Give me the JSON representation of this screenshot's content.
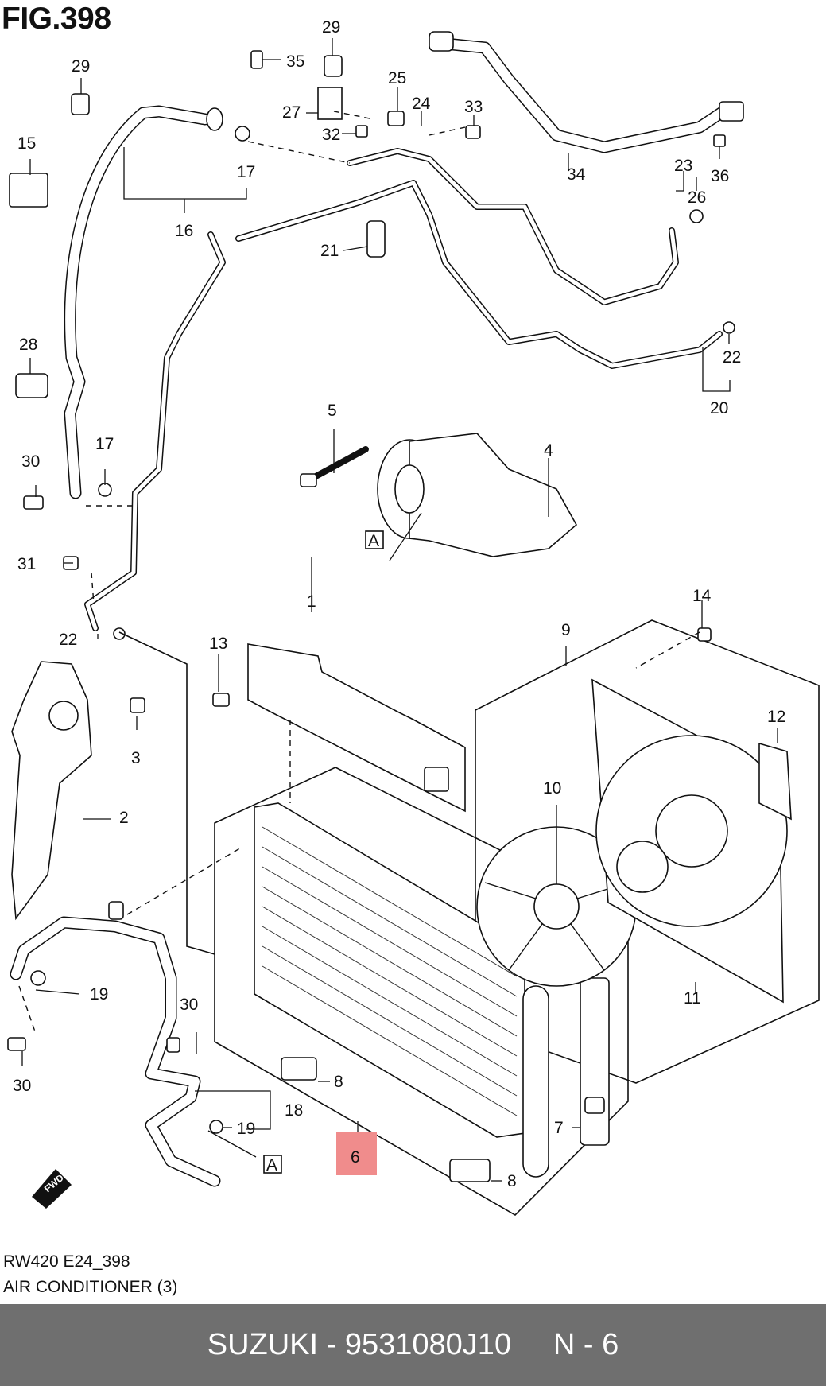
{
  "figure": {
    "title": "FIG.398",
    "code": "RW420 E24_398",
    "caption": "AIR CONDITIONER (3)",
    "view_marker": "A",
    "fwd_label": "FWD",
    "highlight_color": "#f08c8c",
    "highlighted_part": "6"
  },
  "callouts": {
    "c1": "1",
    "c2": "2",
    "c3": "3",
    "c4": "4",
    "c5": "5",
    "c6": "6",
    "c7": "7",
    "c8a": "8",
    "c8b": "8",
    "c9": "9",
    "c10": "10",
    "c11": "11",
    "c12": "12",
    "c13": "13",
    "c14": "14",
    "c15": "15",
    "c16": "16",
    "c17a": "17",
    "c17b": "17",
    "c18": "18",
    "c19a": "19",
    "c19b": "19",
    "c20": "20",
    "c21": "21",
    "c22a": "22",
    "c22b": "22",
    "c23": "23",
    "c24": "24",
    "c25": "25",
    "c26": "26",
    "c27": "27",
    "c28": "28",
    "c29a": "29",
    "c29b": "29",
    "c30a": "30",
    "c30b": "30",
    "c30c": "30",
    "c31": "31",
    "c32": "32",
    "c33": "33",
    "c34": "34",
    "c35": "35",
    "c36": "36"
  },
  "footer": {
    "brand": "SUZUKI",
    "separator": " - ",
    "part_number": "9531080J10",
    "gap": "     ",
    "position": "N - 6"
  }
}
